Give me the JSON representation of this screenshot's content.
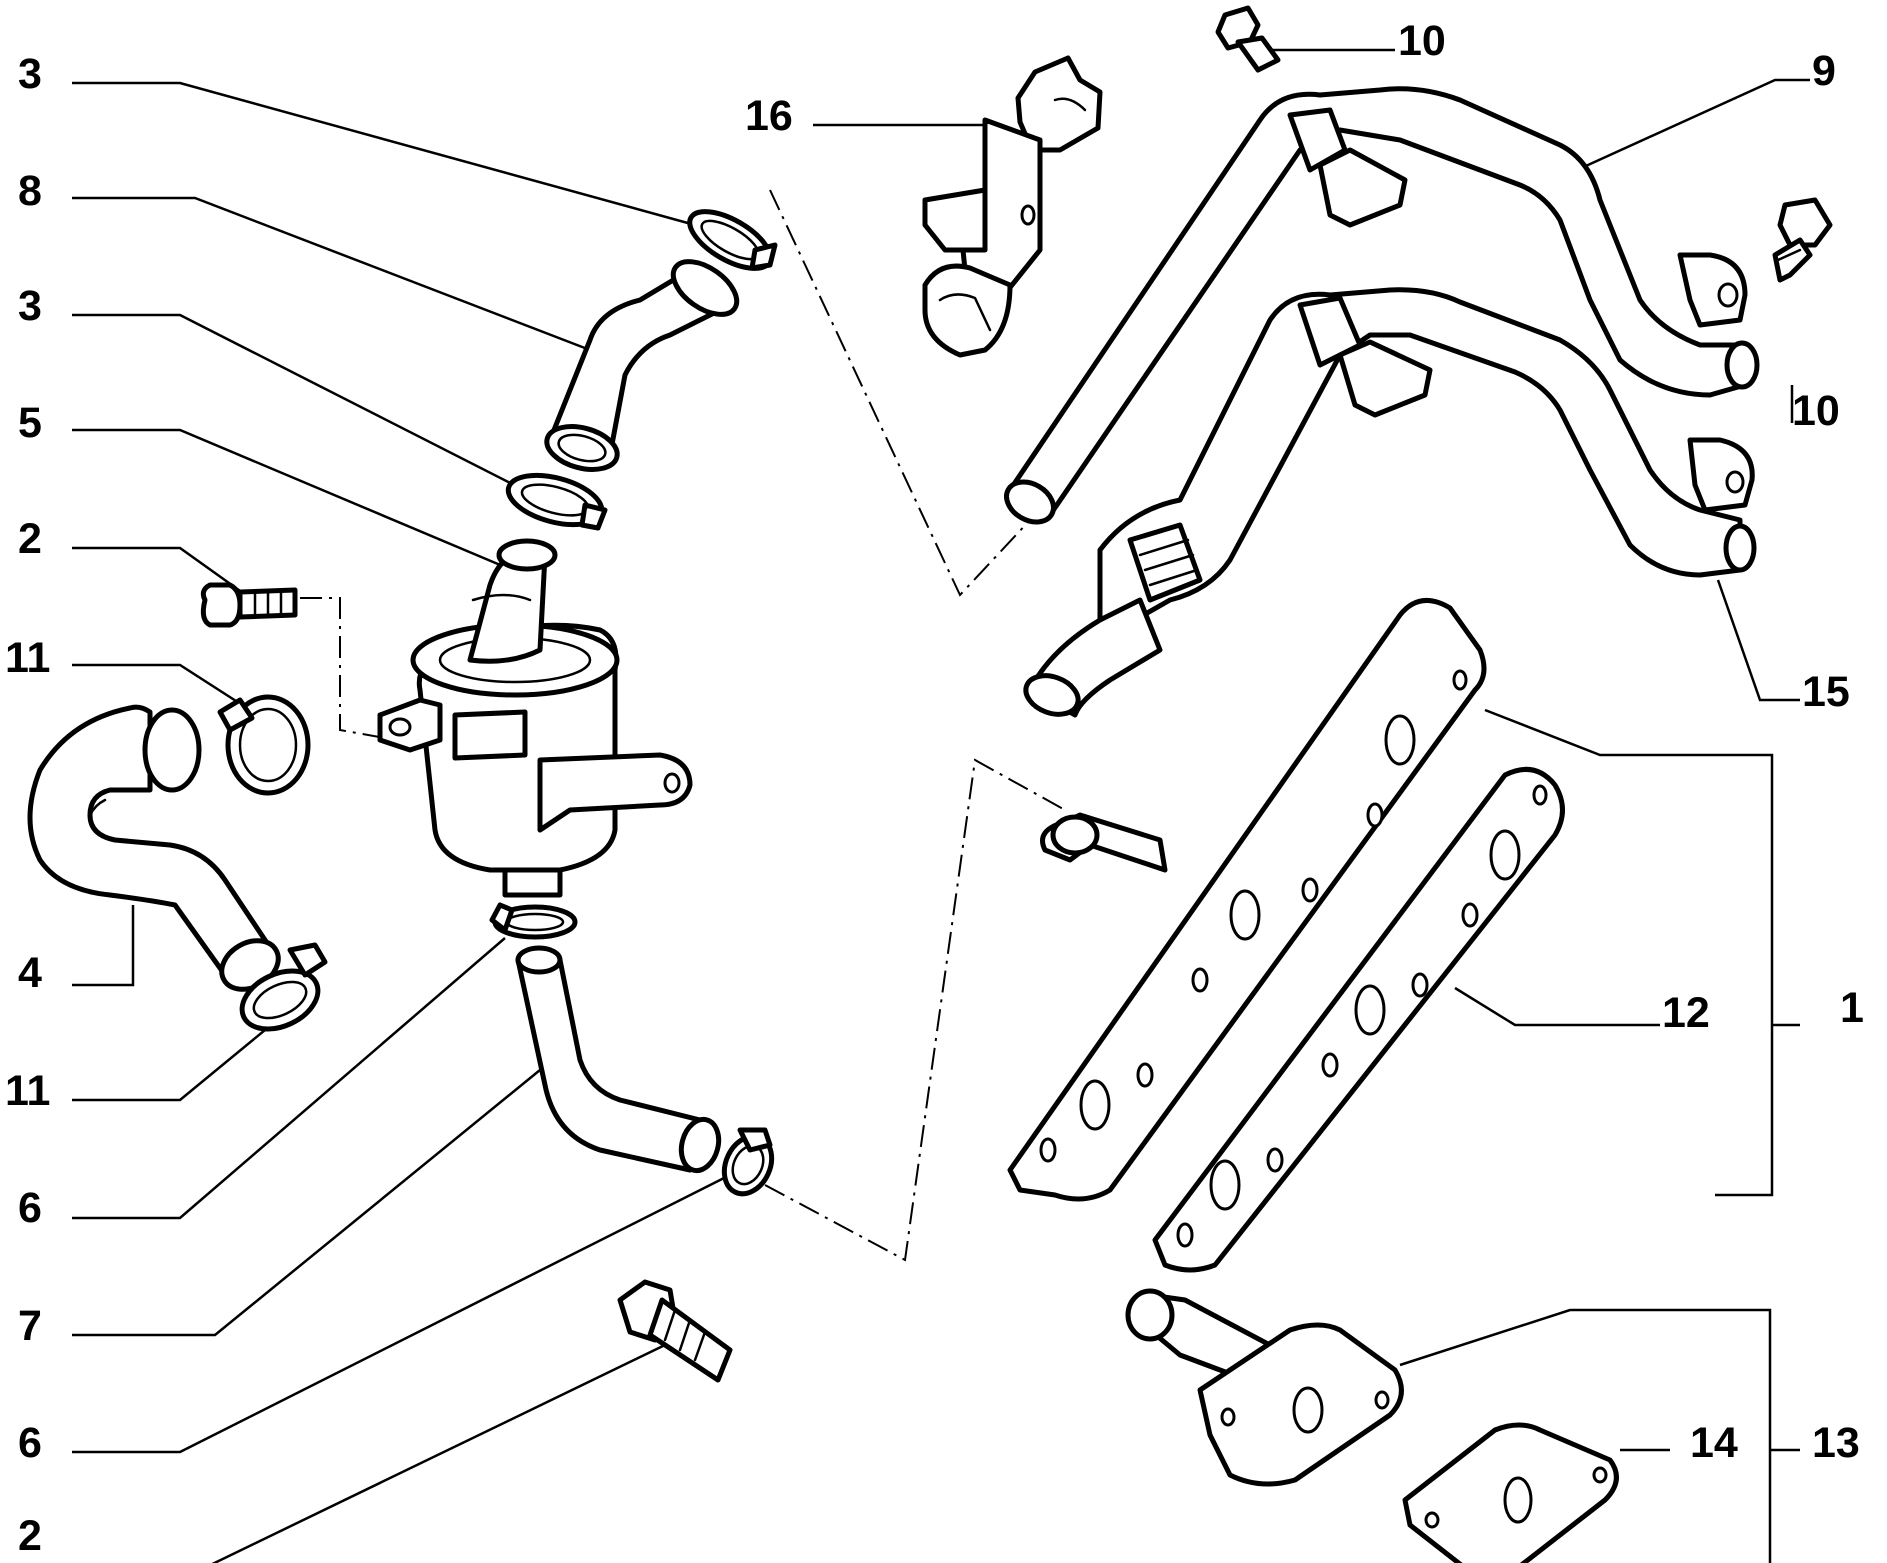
{
  "callouts": [
    {
      "id": "c3a",
      "text": "3"
    },
    {
      "id": "c8",
      "text": "8"
    },
    {
      "id": "c3b",
      "text": "3"
    },
    {
      "id": "c5",
      "text": "5"
    },
    {
      "id": "c2a",
      "text": "2"
    },
    {
      "id": "c11a",
      "text": "11"
    },
    {
      "id": "c4",
      "text": "4"
    },
    {
      "id": "c11b",
      "text": "11"
    },
    {
      "id": "c6a",
      "text": "6"
    },
    {
      "id": "c7",
      "text": "7"
    },
    {
      "id": "c6b",
      "text": "6"
    },
    {
      "id": "c2b",
      "text": "2"
    },
    {
      "id": "c16",
      "text": "16"
    },
    {
      "id": "c10a",
      "text": "10"
    },
    {
      "id": "c9",
      "text": "9"
    },
    {
      "id": "c10b",
      "text": "10"
    },
    {
      "id": "c15",
      "text": "15"
    },
    {
      "id": "c12",
      "text": "12"
    },
    {
      "id": "c1",
      "text": "1"
    },
    {
      "id": "c14",
      "text": "14"
    },
    {
      "id": "c13",
      "text": "13"
    }
  ]
}
